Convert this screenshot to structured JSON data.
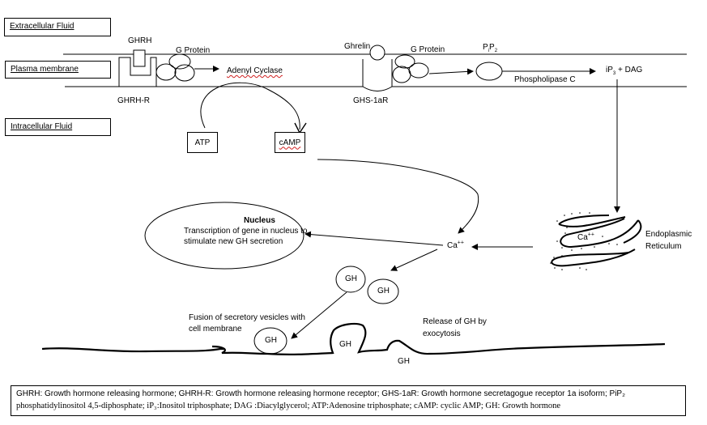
{
  "regions": {
    "extracellular": "Extracellular Fluid",
    "plasma_membrane": "Plasma membrane",
    "intracellular": "Intracellular Fluid"
  },
  "receptors": {
    "ghrh": "GHRH",
    "ghrh_r": "GHRH-R",
    "ghrelin": "Ghrelin",
    "ghs_1ar": "GHS-1aR",
    "g_protein_1": "G Protein",
    "g_protein_2": "G Protein"
  },
  "enzymes": {
    "adenyl_cyclase": "Adenyl Cyclase",
    "phospholipase_c": "Phospholipase C"
  },
  "molecules": {
    "pip2_base": "P",
    "pip2_sub1": "i",
    "pip2_mid": "P",
    "pip2_sub2": "2",
    "ip3_prefix": "iP",
    "ip3_sub": "3",
    "ip3_suffix": " + DAG",
    "atp": "ATP",
    "camp": "cAMP",
    "ca": "Ca",
    "ca_charge": "++",
    "er_ca": "Ca",
    "er_ca_charge": "++"
  },
  "nucleus": {
    "title": "Nucleus",
    "line1": "Transcription of gene in nucleus to",
    "line2": "stimulate new GH secretion"
  },
  "er_label": {
    "line1": "Endoplasmic",
    "line2": "Reticulum"
  },
  "vesicles": {
    "gh1": "GH",
    "gh2": "GH",
    "gh3": "GH",
    "gh4": "GH",
    "gh5": "GH"
  },
  "annotations": {
    "fusion_line1": "Fusion of secretory vesicles with",
    "fusion_line2": "cell membrane",
    "release_line1": "Release of GH by",
    "release_line2": "exocytosis"
  },
  "legend": {
    "line1": "GHRH: Growth hormone releasing hormone; GHRH-R: Growth hormone releasing hormone receptor; GHS-1aR: Growth hormone secretagogue receptor 1a isoform; PiP₂",
    "line2": "phosphatidylinositol 4,5-diphosphate; iP₃:Inositol triphosphate; DAG :Diacylglycerol; ATP:Adenosine triphosphate; cAMP: cyclic AMP; GH: Growth hormone"
  }
}
